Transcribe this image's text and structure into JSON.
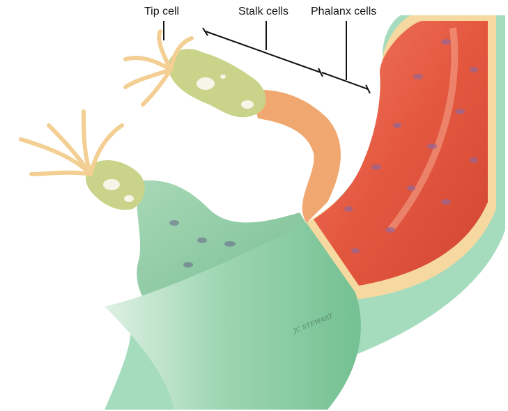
{
  "labels": {
    "tip_cell": "Tip cell",
    "stalk_cells": "Stalk cells",
    "phalanx_cells": "Phalanx cells"
  },
  "artist_signature": "JC STEWART",
  "colors": {
    "vessel_lumen_red": "#e05a45",
    "vessel_wall_orange": "#f0a870",
    "endothelium_cream": "#f5d9a0",
    "outer_green": "#8ccfa8",
    "sprout_green": "#7fc29a",
    "tip_cell_yellow_green": "#c9d48a",
    "filopodia_tan": "#f3cf93",
    "nucleus_purple": "#8a6f9e"
  }
}
